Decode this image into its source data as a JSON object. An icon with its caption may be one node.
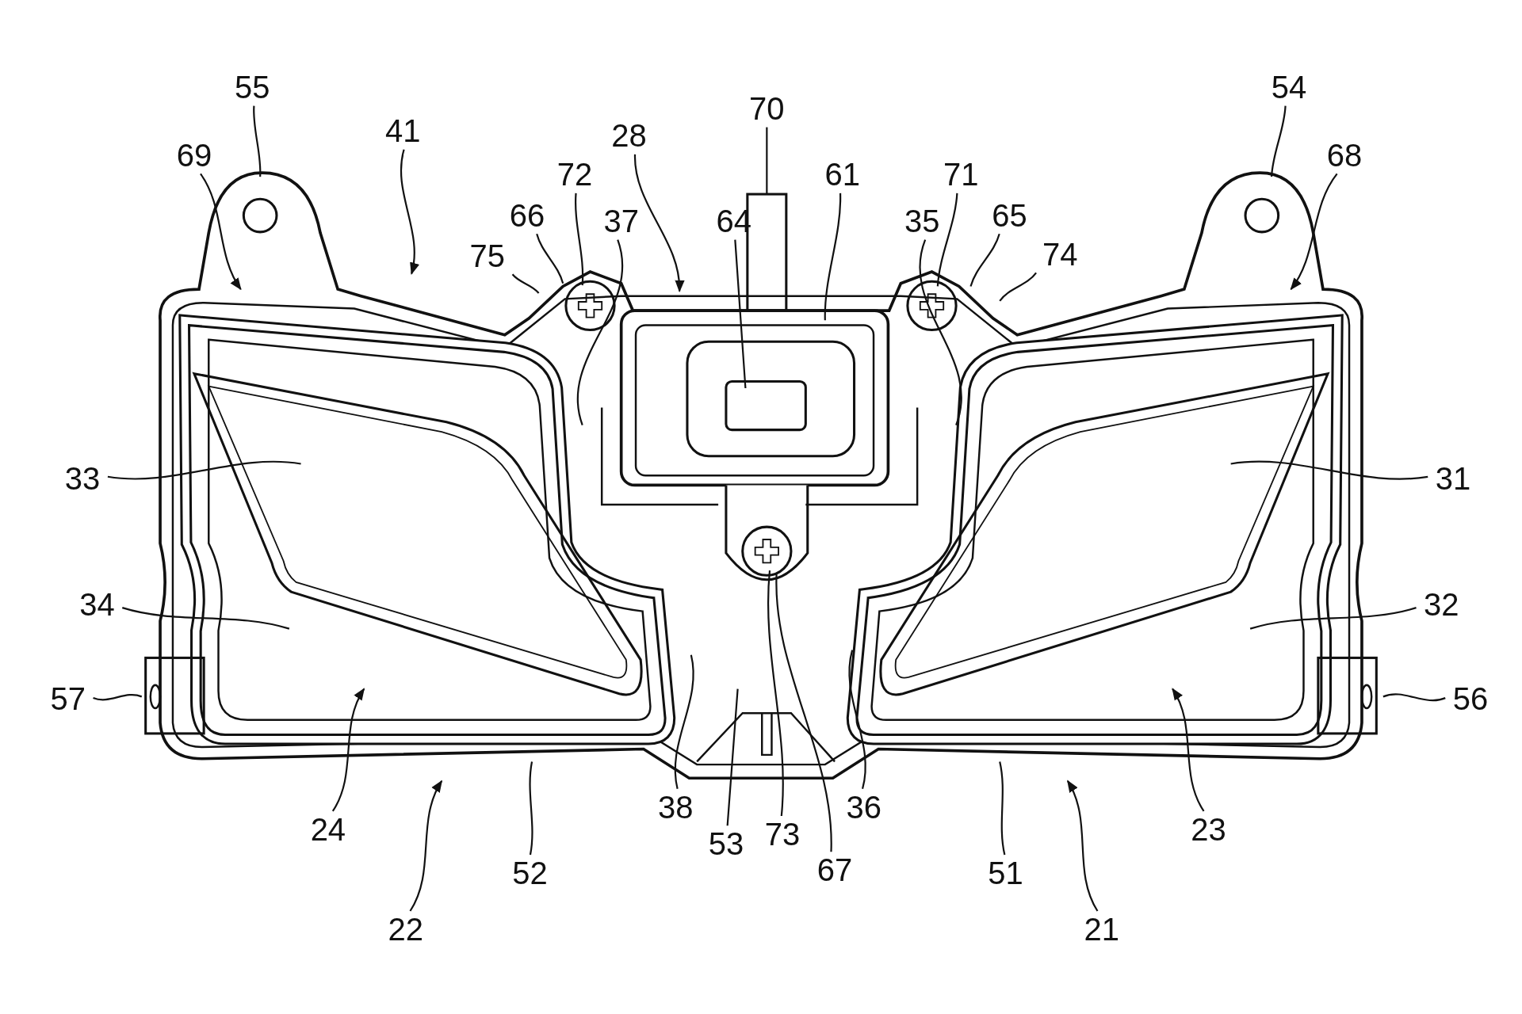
{
  "diagram": {
    "nodes": [
      {
        "text": [
          "55"
        ]
      },
      {
        "text": [
          "70"
        ]
      },
      {
        "text": [
          "54"
        ]
      },
      {
        "text": [
          "41"
        ]
      },
      {
        "text": [
          "28"
        ]
      },
      {
        "text": [
          "69"
        ]
      },
      {
        "text": [
          "72"
        ]
      },
      {
        "text": [
          "61"
        ]
      },
      {
        "text": [
          "71"
        ]
      },
      {
        "text": [
          "68"
        ]
      },
      {
        "text": [
          "66"
        ]
      },
      {
        "text": [
          "37"
        ]
      },
      {
        "text": [
          "64"
        ]
      },
      {
        "text": [
          "35"
        ]
      },
      {
        "text": [
          "65"
        ]
      },
      {
        "text": [
          "75"
        ]
      },
      {
        "text": [
          "74"
        ]
      },
      {
        "text": [
          "33"
        ]
      },
      {
        "text": [
          "31"
        ]
      },
      {
        "text": [
          "34"
        ]
      },
      {
        "text": [
          "32"
        ]
      },
      {
        "text": [
          "57"
        ]
      },
      {
        "text": [
          "56"
        ]
      },
      {
        "text": [
          "38"
        ]
      },
      {
        "text": [
          "36"
        ]
      },
      {
        "text": [
          "24"
        ]
      },
      {
        "text": [
          "53"
        ]
      },
      {
        "text": [
          "73"
        ]
      },
      {
        "text": [
          "23"
        ]
      },
      {
        "text": [
          "67"
        ]
      },
      {
        "text": [
          "52"
        ]
      },
      {
        "text": [
          "51"
        ]
      },
      {
        "text": [
          "22"
        ]
      },
      {
        "text": [
          "21"
        ]
      },
      {
        "text": [],
        "shape": "box"
      }
    ],
    "edges": [
      {
        "from": 0,
        "to": null,
        "arrow": "none"
      },
      {
        "from": 1,
        "to": 34,
        "arrow": "none"
      },
      {
        "from": 2,
        "to": null,
        "arrow": "none"
      },
      {
        "from": 3,
        "to": null,
        "arrow": "to"
      },
      {
        "from": 4,
        "to": null,
        "arrow": "to"
      },
      {
        "from": 5,
        "to": null,
        "arrow": "to"
      },
      {
        "from": 6,
        "to": null,
        "arrow": "none"
      },
      {
        "from": 7,
        "to": null,
        "arrow": "none"
      },
      {
        "from": 8,
        "to": null,
        "arrow": "none"
      },
      {
        "from": 9,
        "to": null,
        "arrow": "to"
      },
      {
        "from": 10,
        "to": null,
        "arrow": "none"
      },
      {
        "from": 11,
        "to": null,
        "arrow": "none"
      },
      {
        "from": 12,
        "to": null,
        "arrow": "none"
      },
      {
        "from": 13,
        "to": null,
        "arrow": "none"
      },
      {
        "from": 14,
        "to": null,
        "arrow": "none"
      },
      {
        "from": 15,
        "to": null,
        "arrow": "none"
      },
      {
        "from": 16,
        "to": null,
        "arrow": "none"
      },
      {
        "from": 17,
        "to": null,
        "arrow": "none"
      },
      {
        "from": 18,
        "to": null,
        "arrow": "none"
      },
      {
        "from": 19,
        "to": null,
        "arrow": "none"
      },
      {
        "from": 20,
        "to": null,
        "arrow": "none"
      },
      {
        "from": 21,
        "to": null,
        "arrow": "none"
      },
      {
        "from": 22,
        "to": null,
        "arrow": "none"
      },
      {
        "from": 23,
        "to": null,
        "arrow": "none"
      },
      {
        "from": 24,
        "to": null,
        "arrow": "none"
      },
      {
        "from": 25,
        "to": null,
        "arrow": "to"
      },
      {
        "from": 26,
        "to": null,
        "arrow": "none"
      },
      {
        "from": 27,
        "to": null,
        "arrow": "none"
      },
      {
        "from": 28,
        "to": null,
        "arrow": "to"
      },
      {
        "from": 29,
        "to": null,
        "arrow": "none"
      },
      {
        "from": 30,
        "to": null,
        "arrow": "none"
      },
      {
        "from": 31,
        "to": null,
        "arrow": "none"
      },
      {
        "from": 32,
        "to": null,
        "arrow": "to"
      },
      {
        "from": 33,
        "to": null,
        "arrow": "to"
      }
    ]
  }
}
